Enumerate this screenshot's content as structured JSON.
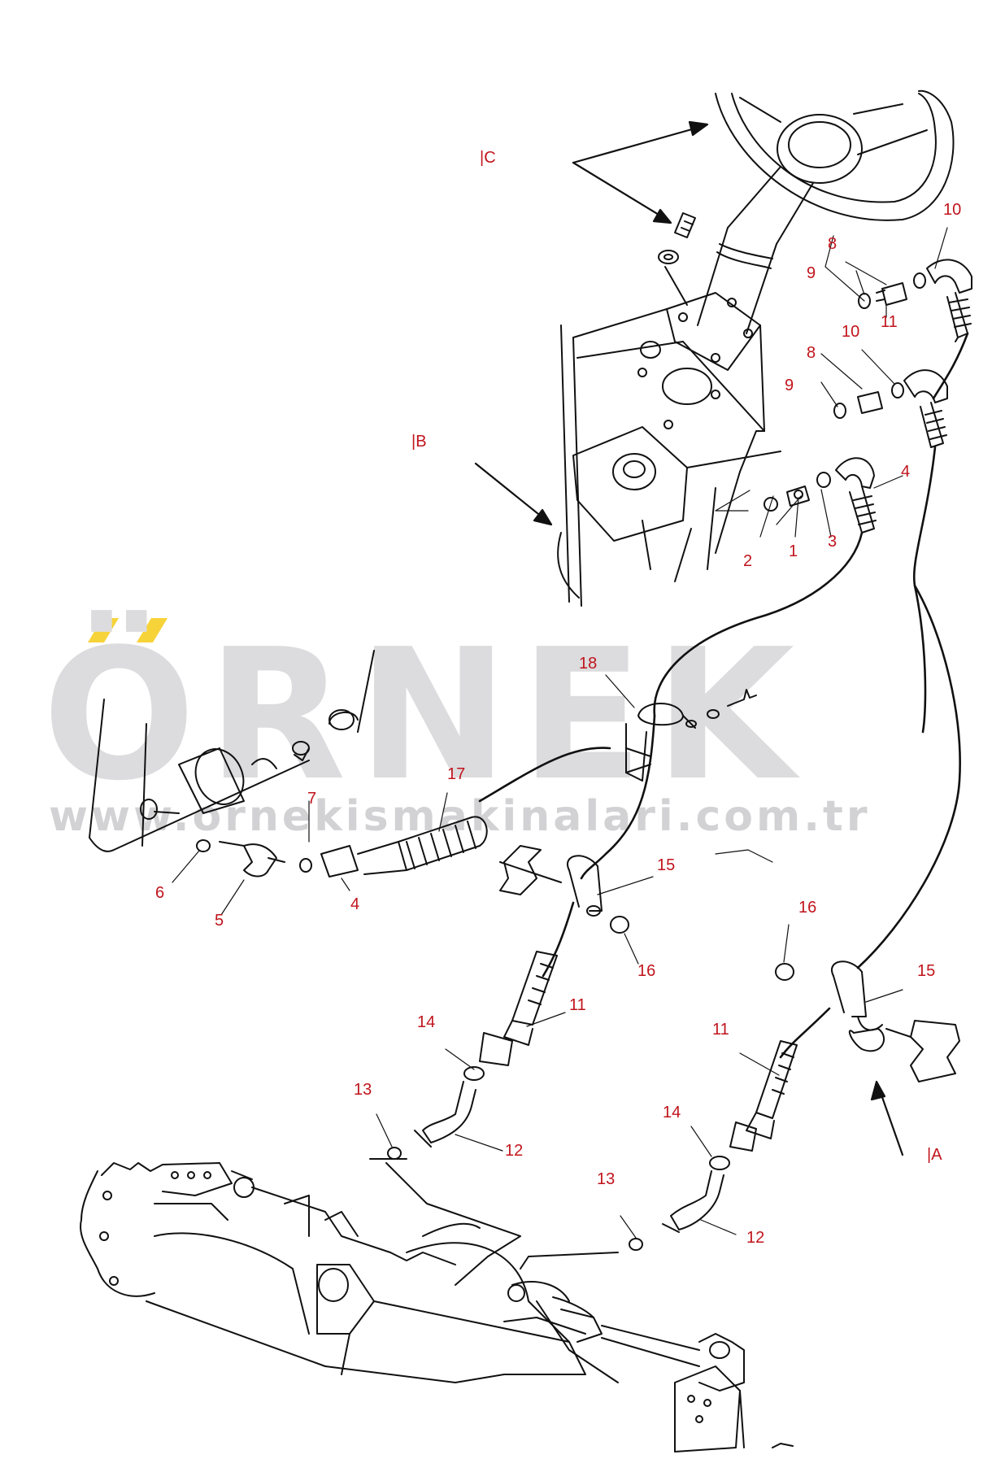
{
  "watermark": {
    "brand": "ÖRNEK",
    "url": "www.ornekismakinalari.com.tr",
    "accent_color": "#f7d33a",
    "text_color": "#dcdcde"
  },
  "view_labels": {
    "A": "|A",
    "B": "|B",
    "C": "|C"
  },
  "callouts": [
    "1",
    "2",
    "3",
    "4",
    "4",
    "5",
    "6",
    "7",
    "8",
    "8",
    "9",
    "9",
    "10",
    "10",
    "11",
    "11",
    "11",
    "12",
    "12",
    "13",
    "13",
    "14",
    "14",
    "15",
    "15",
    "16",
    "16",
    "17",
    "18"
  ],
  "colors": {
    "line": "#111111",
    "callout_text": "#c0141c",
    "background": "#ffffff"
  }
}
